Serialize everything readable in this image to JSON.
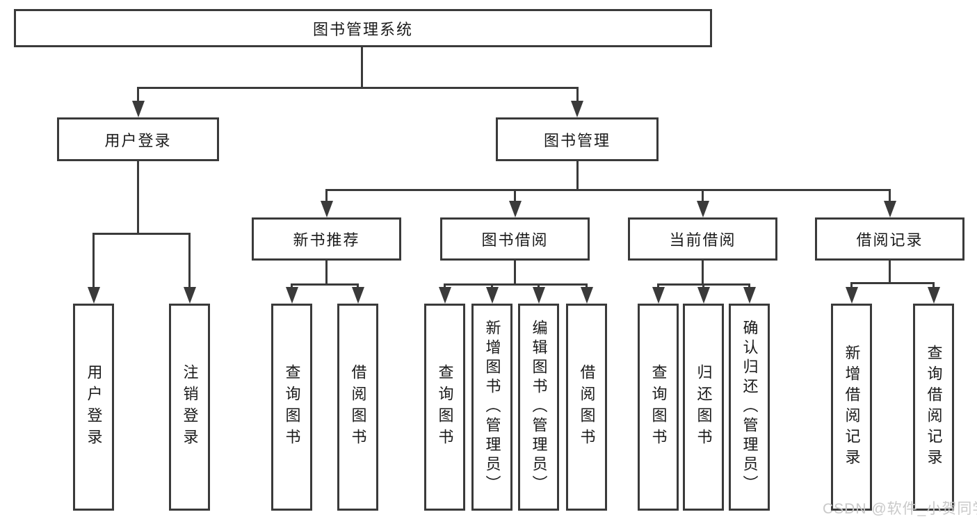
{
  "diagram": {
    "title": "图书管理系统",
    "watermark": "CSDN @软件_小贺同学",
    "colors": {
      "line": "#3a3a3a",
      "text": "#1a1a1a",
      "background": "#ffffff",
      "watermark": "#c9c9c9"
    },
    "nodes": {
      "root": {
        "label": "图书管理系统"
      },
      "user_login": {
        "label": "用户登录"
      },
      "book_management": {
        "label": "图书管理"
      },
      "new_book_recommend": {
        "label": "新书推荐"
      },
      "book_borrowing": {
        "label": "图书借阅"
      },
      "current_borrowing": {
        "label": "当前借阅"
      },
      "borrowing_records": {
        "label": "借阅记录"
      },
      "leaf_user_login": {
        "label": "用户登录"
      },
      "leaf_logout": {
        "label": "注销登录"
      },
      "leaf_query_books_recommend": {
        "label": "查询图书"
      },
      "leaf_borrow_books_recommend": {
        "label": "借阅图书"
      },
      "leaf_query_books_borrow": {
        "label": "查询图书"
      },
      "leaf_add_books_admin": {
        "label": "新增图书（管理员）"
      },
      "leaf_edit_books_admin": {
        "label": "编辑图书（管理员）"
      },
      "leaf_borrow_books_borrow": {
        "label": "借阅图书"
      },
      "leaf_query_books_current": {
        "label": "查询图书"
      },
      "leaf_return_books": {
        "label": "归还图书"
      },
      "leaf_confirm_return_admin": {
        "label": "确认归还（管理员）"
      },
      "leaf_add_borrow_record": {
        "label": "新增借阅记录"
      },
      "leaf_query_borrow_record": {
        "label": "查询借阅记录"
      }
    },
    "hierarchy_note": "图书管理系统 > [用户登录 > (用户登录, 注销登录)], [图书管理 > 新书推荐(查询图书,借阅图书), 图书借阅(查询图书,新增图书（管理员）,编辑图书（管理员）,借阅图书), 当前借阅(查询图书,归还图书,确认归还（管理员）), 借阅记录(新增借阅记录,查询借阅记录)]"
  }
}
